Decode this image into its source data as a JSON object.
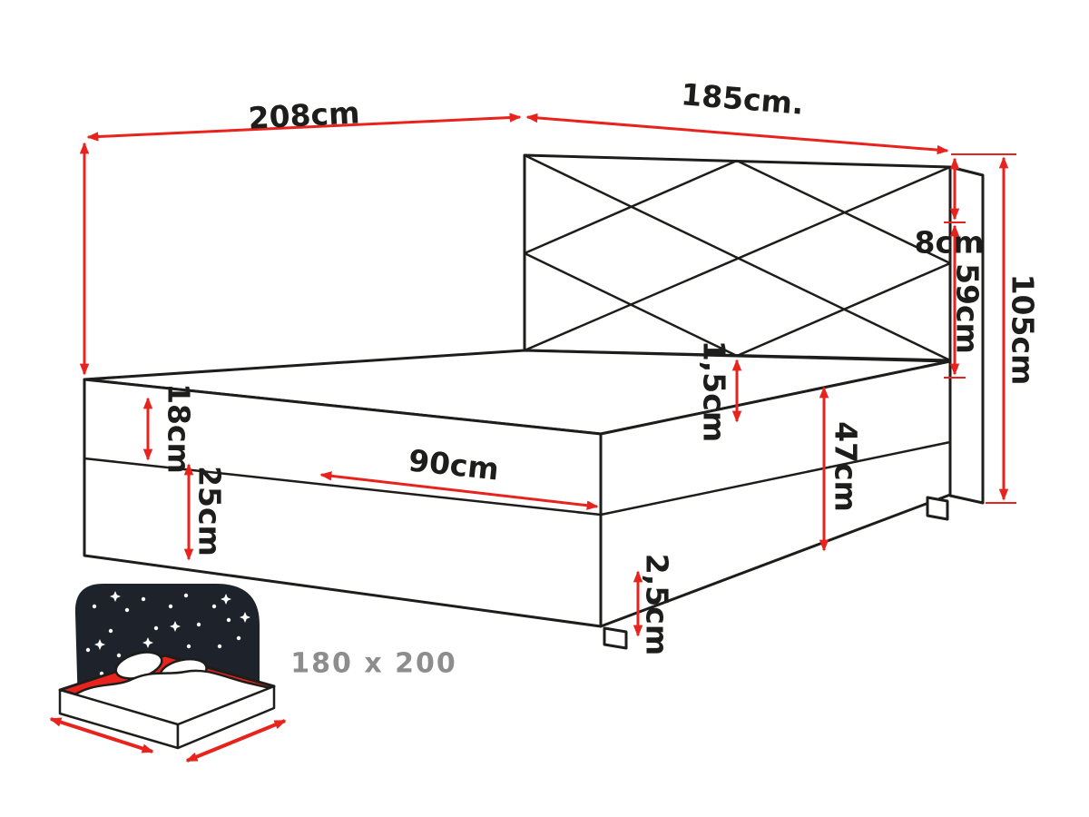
{
  "diagram": {
    "type": "bed-dimension-drawing",
    "dimensions": {
      "length_top": "208cm",
      "width_top": "185cm.",
      "headboard_top": "8cm",
      "headboard_height": "59cm",
      "total_height": "105cm",
      "mattress_height": "18cm",
      "base_height": "25cm",
      "storage_width": "90cm",
      "seam": "1,5cm",
      "side_height": "47cm",
      "feet_height": "2,5cm"
    },
    "caption": "180 x 200",
    "icon": {
      "name": "starry-night-bed-icon"
    },
    "colors": {
      "dimension": "#e8231d",
      "outline": "#1d1d1b",
      "caption": "#8d8d8d",
      "night": "#1e222b",
      "star": "#ffffff"
    }
  }
}
